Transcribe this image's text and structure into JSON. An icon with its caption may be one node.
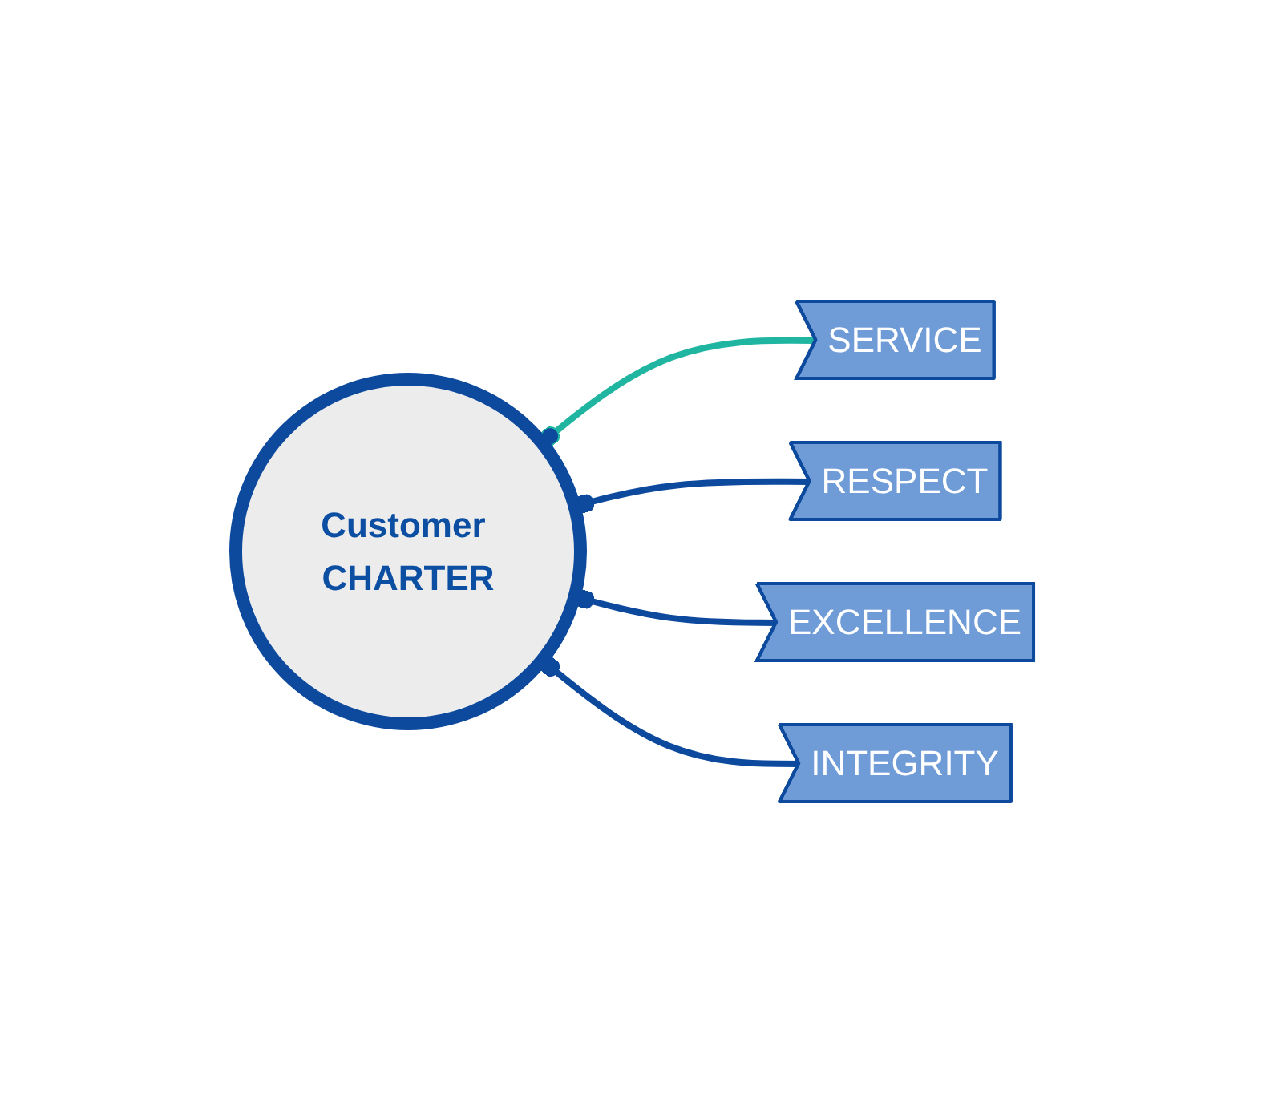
{
  "diagram": {
    "nodes": [
      {
        "text": [
          "Customer CHARTER"
        ]
      },
      {
        "text": [
          "SERVICE"
        ]
      },
      {
        "text": [
          "RESPECT"
        ]
      },
      {
        "text": [
          "EXCELLENCE"
        ]
      },
      {
        "text": [
          "INTEGRITY"
        ]
      }
    ],
    "edges": [
      {
        "from": 1,
        "to": 0,
        "arrow": "other",
        "color": "#1fb5a0"
      },
      {
        "from": 2,
        "to": 0,
        "arrow": "other"
      },
      {
        "from": 3,
        "to": 0,
        "arrow": "other"
      },
      {
        "from": 4,
        "to": 0,
        "arrow": "other"
      }
    ]
  }
}
